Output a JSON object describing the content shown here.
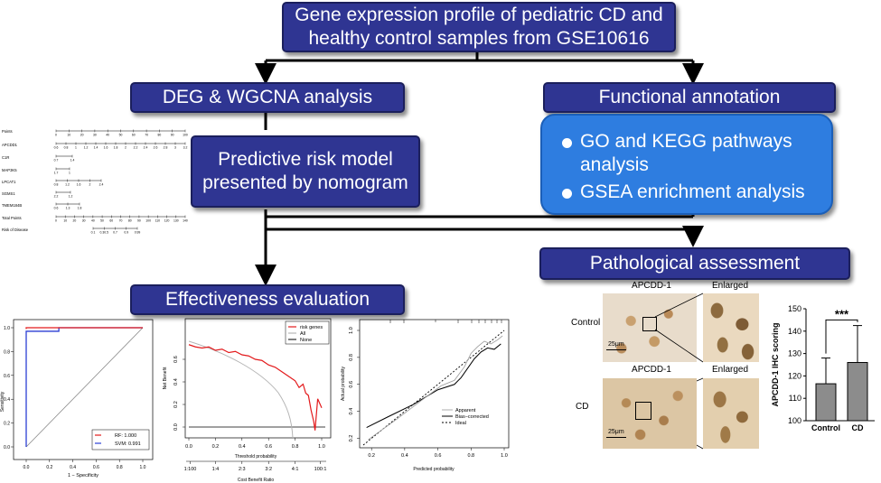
{
  "boxes": {
    "top": "Gene expression profile of pediatric CD and healthy control samples from GSE10616",
    "deg": "DEG & WGCNA analysis",
    "functional": "Functional annotation",
    "risk": "Predictive risk model presented by nomogram",
    "effectiveness": "Effectiveness evaluation",
    "pathology": "Pathological assessment"
  },
  "functional_items": [
    "GO and KEGG pathways analysis",
    "GSEA enrichment analysis"
  ],
  "nomogram": {
    "rows": [
      "Points",
      "APCDD1",
      "C1R",
      "MAP3K5",
      "LPCAT1",
      "SGMS1",
      "TMEM184B",
      "Total Points",
      "Risk of Disease"
    ],
    "points_ticks": [
      "0",
      "10",
      "20",
      "30",
      "40",
      "50",
      "60",
      "70",
      "80",
      "90",
      "100"
    ],
    "apcdd1_ticks": [
      "0.6",
      "0.8",
      "1",
      "1.2",
      "1.4",
      "1.6",
      "1.8",
      "2",
      "2.2",
      "2.4",
      "2.6",
      "2.8",
      "3",
      "3.2"
    ],
    "c1r_ticks": [
      "0.7",
      "1.4"
    ],
    "map3k5_ticks": [
      "1.7",
      "1"
    ],
    "lpcat1_ticks": [
      "0.8",
      "1.2",
      "1.6",
      "2",
      "2.4"
    ],
    "sgms1_ticks": [
      "2.2",
      "1.2"
    ],
    "tmem184b_ticks": [
      "0.6",
      "1.3",
      "1.8"
    ],
    "total_ticks": [
      "0",
      "10",
      "20",
      "30",
      "40",
      "50",
      "60",
      "70",
      "80",
      "90",
      "100",
      "110",
      "120",
      "130",
      "140"
    ],
    "risk_ticks": [
      "0.1",
      "0.30.5",
      "0.7",
      "0.9",
      "0.99"
    ]
  },
  "roc": {
    "xlabel": "1 − Specificity",
    "ylabel": "Sensitivity",
    "x_ticks": [
      "0.0",
      "0.2",
      "0.4",
      "0.6",
      "0.8",
      "1.0"
    ],
    "y_ticks": [
      "0.0",
      "0.2",
      "0.4",
      "0.6",
      "0.8",
      "1.0"
    ],
    "legend": [
      "RF: 1.000",
      "SVM: 0.991"
    ],
    "colors": {
      "rf": "#e31a1c",
      "svm": "#2b3fd4"
    }
  },
  "dca": {
    "xlabel": "Threshold probability",
    "ylabel": "Net Benefit",
    "x_ticks": [
      "0.0",
      "0.2",
      "0.4",
      "0.6",
      "0.8",
      "1.0"
    ],
    "y_ticks": [
      "0.0",
      "0.2",
      "0.4",
      "0.6"
    ],
    "ratio_label": "Cost Benefit Ratio",
    "ratio_ticks": [
      "1:100",
      "1:4",
      "2:3",
      "3:2",
      "4:1",
      "100:1"
    ],
    "legend": [
      "risk genes",
      "All",
      "None"
    ],
    "colors": {
      "risk": "#e31a1c",
      "all": "#aaaaaa",
      "none": "#000000"
    }
  },
  "calibration": {
    "xlabel": "Predicted probability",
    "ylabel": "Actual probability",
    "x_ticks": [
      "0.2",
      "0.4",
      "0.6",
      "0.8",
      "1.0"
    ],
    "y_ticks": [
      "0.2",
      "0.4",
      "0.6",
      "0.8",
      "1.0"
    ],
    "legend": [
      "Apparent",
      "Bias−corrected",
      "Ideal"
    ]
  },
  "pathology": {
    "col_labels": [
      "APCDD-1",
      "Enlarged"
    ],
    "row_labels": [
      "Control",
      "CD"
    ],
    "scale": "25μm"
  },
  "ihc_chart": {
    "ylabel": "APCDD-1 IHC scoring",
    "categories": [
      "Control",
      "CD"
    ],
    "y_ticks": [
      "100",
      "110",
      "120",
      "130",
      "140",
      "150"
    ],
    "significance": "***"
  },
  "chart_data": {
    "type": "bar",
    "categories": [
      "Control",
      "CD"
    ],
    "values": [
      116.5,
      126
    ],
    "error_upper": [
      128,
      142.5
    ],
    "ylim": [
      100,
      150
    ],
    "ylabel": "APCDD-1 IHC scoring",
    "bar_color": "#8c8c8c"
  }
}
